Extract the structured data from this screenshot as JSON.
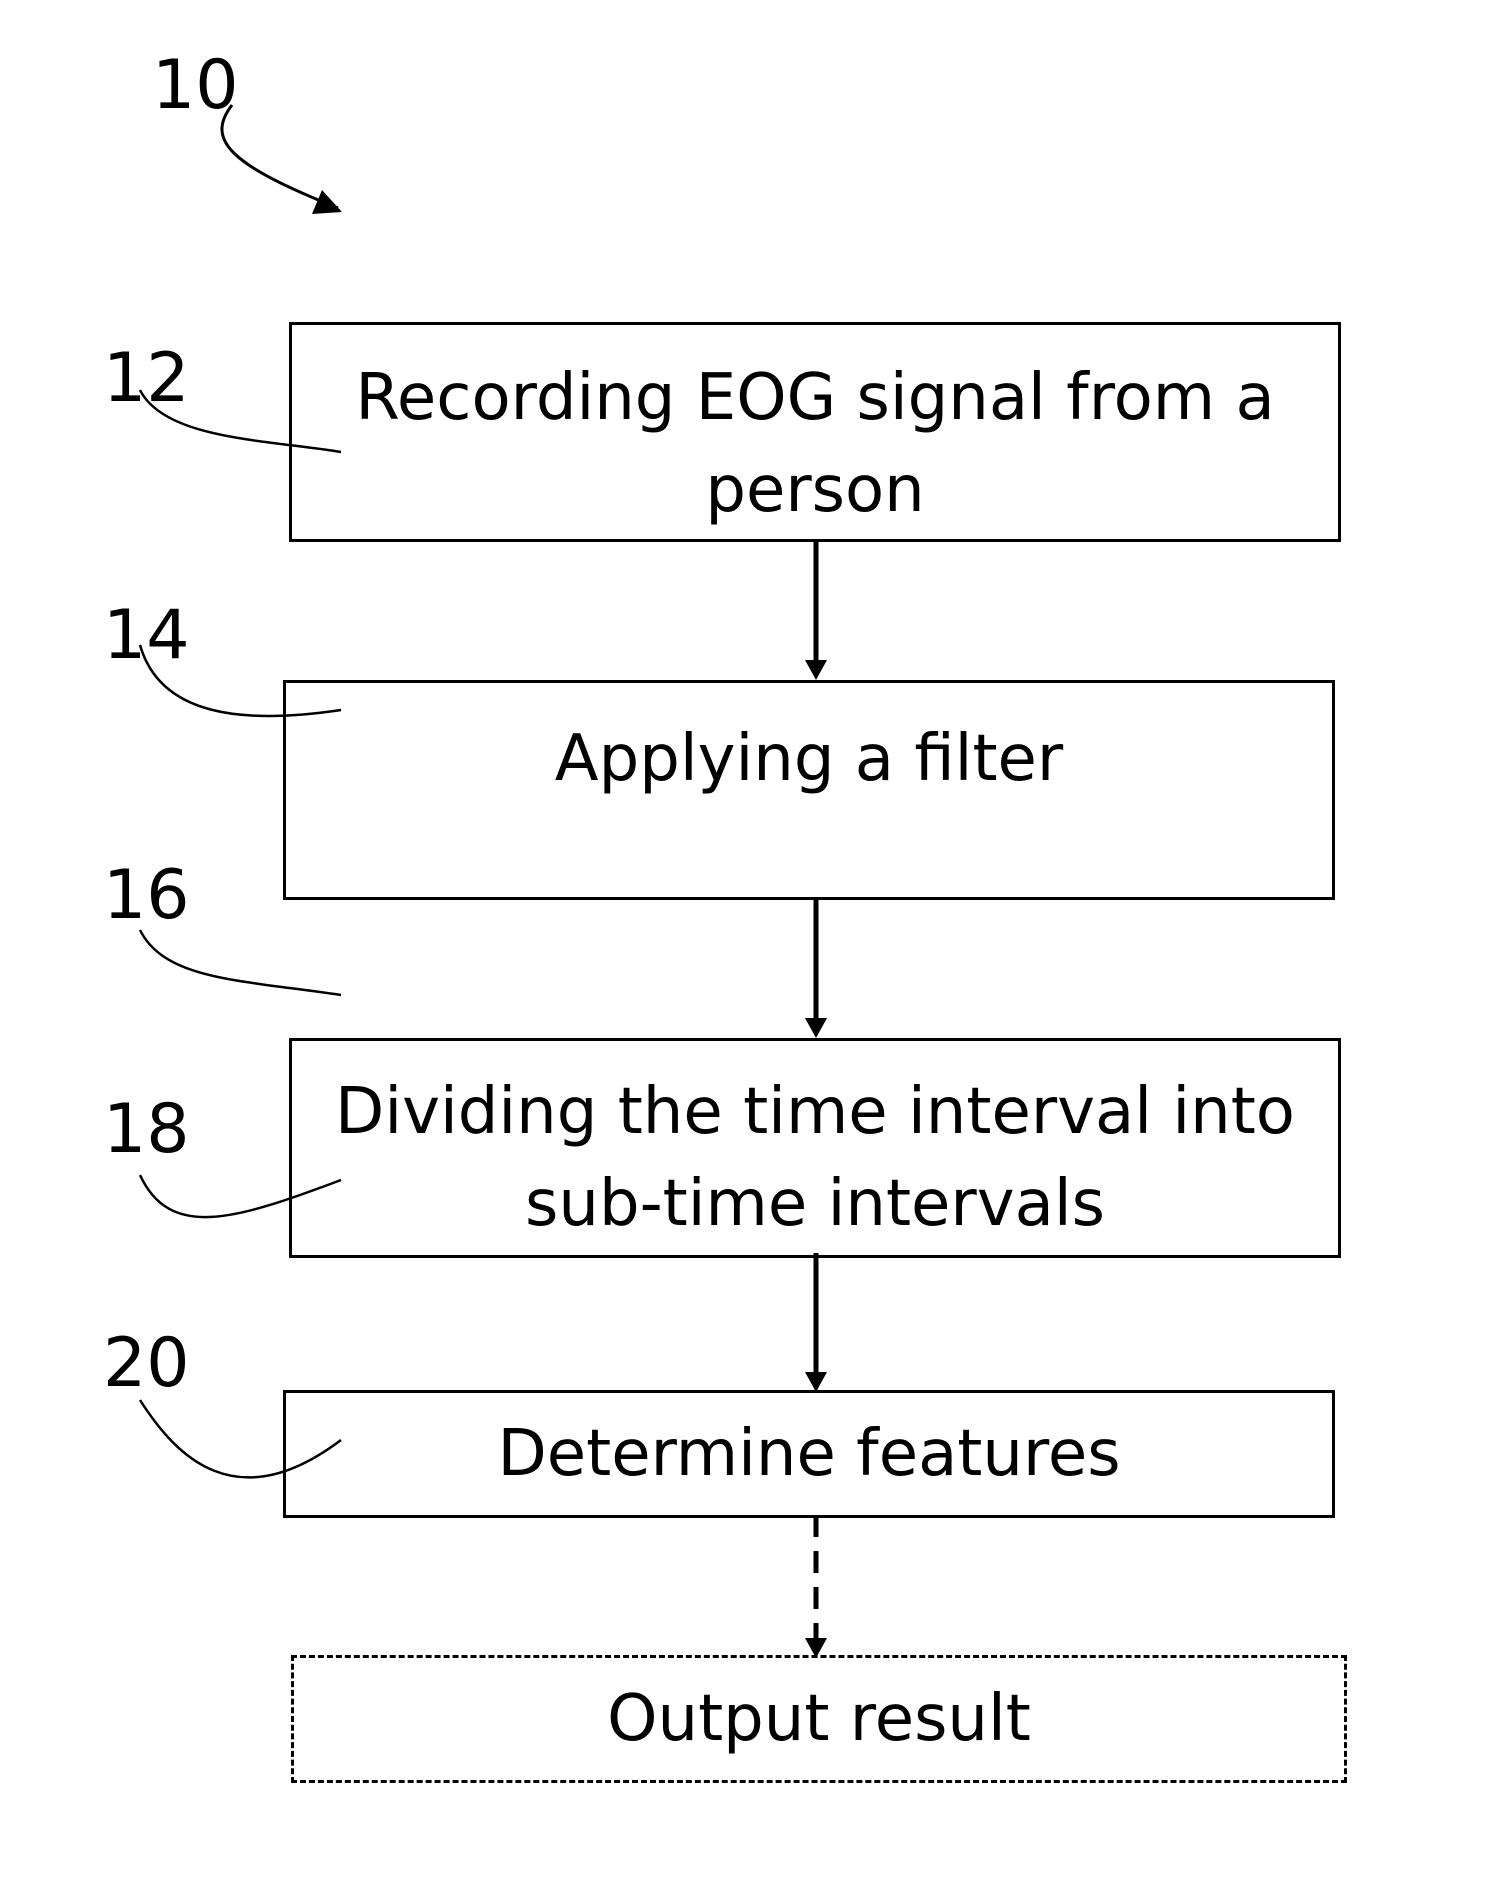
{
  "figure": {
    "overall_ref": "10"
  },
  "steps": [
    {
      "ref": "12",
      "text_line1": "Recording EOG signal from a",
      "text_line2": "person"
    },
    {
      "ref": "14",
      "text_line1": "Applying a filter"
    },
    {
      "ref": "16"
    },
    {
      "ref": "18",
      "text_line1": "Dividing the time interval into",
      "text_line2": "sub-time intervals"
    },
    {
      "ref": "20",
      "text_line1": "Determine features"
    }
  ],
  "output": {
    "text": "Output result"
  }
}
